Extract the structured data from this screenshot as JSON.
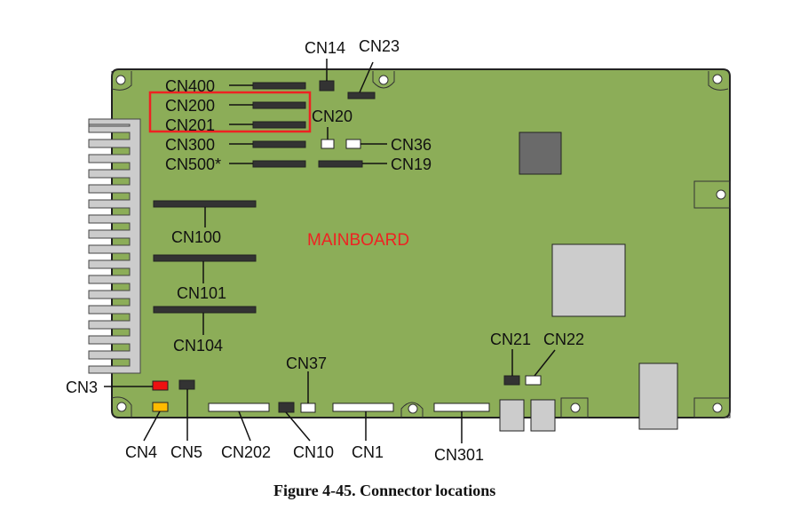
{
  "figure": {
    "board_label": "MAINBOARD",
    "caption": "Figure 4-45.  Connector locations",
    "colors": {
      "board": "#8cad58",
      "connector_dark": "#333333",
      "connector_white": "#ffffff",
      "chip_dark": "#6a6a6a",
      "chip_light": "#cccccc",
      "highlight": "#ee2222",
      "cn3": "#ee1111",
      "cn4": "#ffbb00"
    },
    "connectors": {
      "cn14": "CN14",
      "cn23": "CN23",
      "cn400": "CN400",
      "cn200": "CN200",
      "cn201": "CN201",
      "cn20": "CN20",
      "cn300": "CN300",
      "cn36": "CN36",
      "cn500": "CN500*",
      "cn19": "CN19",
      "cn100": "CN100",
      "cn101": "CN101",
      "cn104": "CN104",
      "cn37": "CN37",
      "cn21": "CN21",
      "cn22": "CN22",
      "cn3": "CN3",
      "cn4": "CN4",
      "cn5": "CN5",
      "cn202": "CN202",
      "cn10": "CN10",
      "cn1": "CN1",
      "cn301": "CN301"
    },
    "highlighted_group": [
      "CN200",
      "CN201"
    ]
  }
}
